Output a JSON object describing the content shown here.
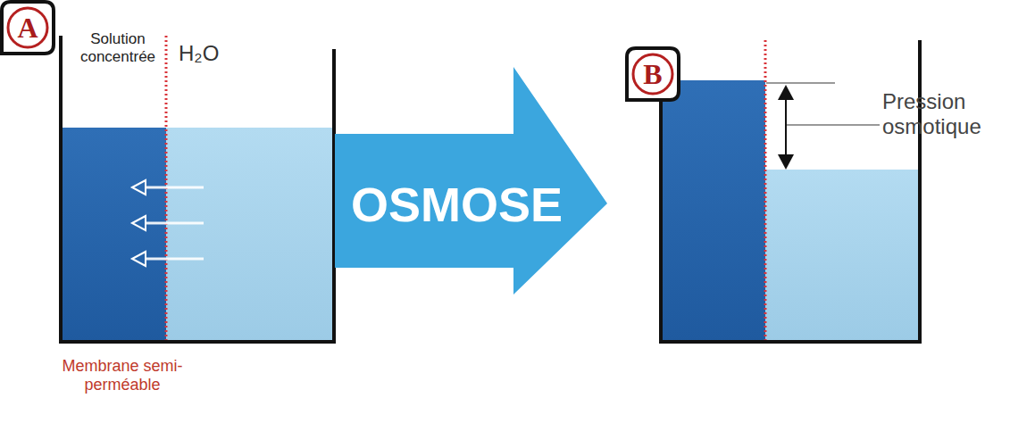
{
  "diagram": {
    "nodes": [
      {
        "text": [
          "A"
        ]
      },
      {
        "text": [
          "OSMOSE"
        ]
      },
      {
        "text": [
          "B"
        ]
      }
    ],
    "labels": [
      "Solution concentrée",
      "H₂O",
      "Membrane semi-perméable",
      "Pression osmotique"
    ]
  }
}
